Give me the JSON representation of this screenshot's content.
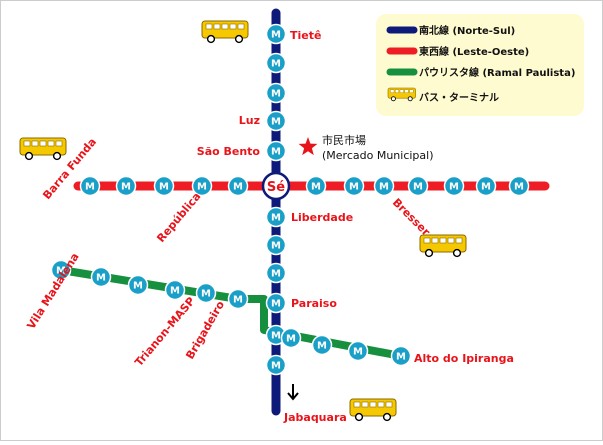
{
  "map": {
    "colors": {
      "north_south": "#0d1a7a",
      "east_west": "#ee1c24",
      "paulista": "#16903e",
      "station_fill": "#1aa0c8",
      "label": "#e8141a",
      "bus": "#f5c800",
      "legend_bg": "#fffbd0"
    },
    "station_letter": "M",
    "hub": {
      "name": "Sé"
    },
    "labels": {
      "tiete": "Tietê",
      "luz": "Luz",
      "sao_bento": "São Bento",
      "liberdade": "Liberdade",
      "paraiso": "Paraiso",
      "jabaquara": "Jabaquara",
      "barra_funda": "Barra Funda",
      "republica": "República",
      "bresser": "Bresser",
      "vila_madalena": "Vila Madalena",
      "trianon_masp": "Trianon-MASP",
      "brigadeiro": "Brigadeiro",
      "alto_do_ipiranga": "Alto do Ipiranga"
    },
    "market": {
      "name_jp": "市民市場",
      "name_pt": "(Mercado Municipal)",
      "icon": "star-icon"
    },
    "legend": {
      "north_south": "南北線 (Norte-Sul)",
      "east_west": "東西線 (Leste-Oeste)",
      "paulista": "パウリスタ線 (Ramal Paulista)",
      "bus_terminal": "バス・ターミナル"
    }
  }
}
